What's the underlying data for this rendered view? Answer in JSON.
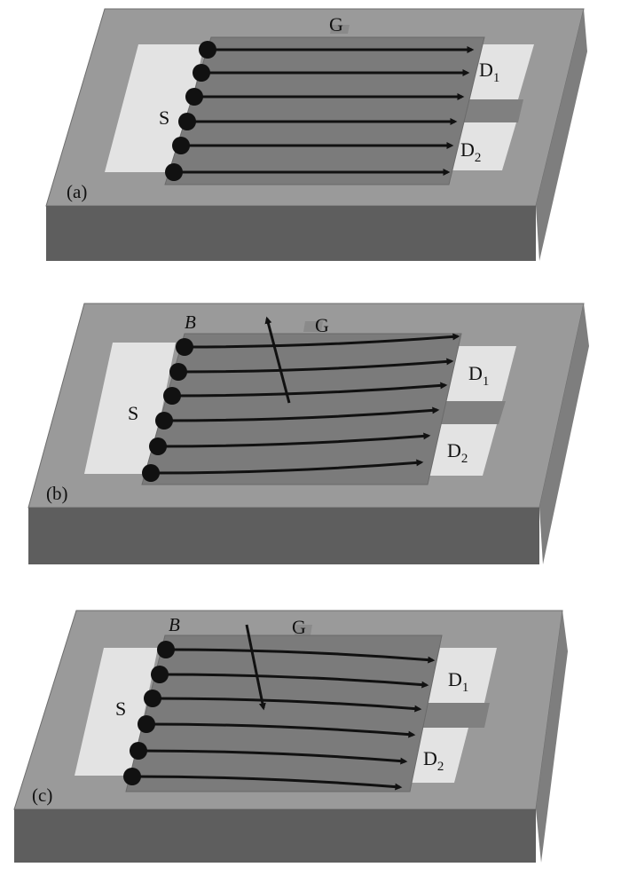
{
  "colors": {
    "slab_top": "#9a9a9a",
    "slab_front": "#5e5e5e",
    "slab_side": "#7e7e7e",
    "electrode": "#e3e3e3",
    "channel": "#7b7b7b",
    "gate_tab": "#8a8a8a",
    "arrow": "#111111",
    "text": "#111111"
  },
  "icons": {
    "electron_marker": "filled-circle",
    "current_path": "arrow",
    "magnetic_field": "arrow"
  },
  "panels": [
    {
      "tag": "(a)",
      "source_label": "S",
      "gate_label": "G",
      "drain_top_label": "D",
      "drain_top_sub": "1",
      "drain_bottom_label": "D",
      "drain_bottom_sub": "2",
      "field_label": "",
      "field_direction": "none",
      "path_curvature": "straight"
    },
    {
      "tag": "(b)",
      "source_label": "S",
      "gate_label": "G",
      "drain_top_label": "D",
      "drain_top_sub": "1",
      "drain_bottom_label": "D",
      "drain_bottom_sub": "2",
      "field_label": "B",
      "field_direction": "up",
      "path_curvature": "deflected-up"
    },
    {
      "tag": "(c)",
      "source_label": "S",
      "gate_label": "G",
      "drain_top_label": "D",
      "drain_top_sub": "1",
      "drain_bottom_label": "D",
      "drain_bottom_sub": "2",
      "field_label": "B",
      "field_direction": "down",
      "path_curvature": "deflected-down"
    }
  ]
}
